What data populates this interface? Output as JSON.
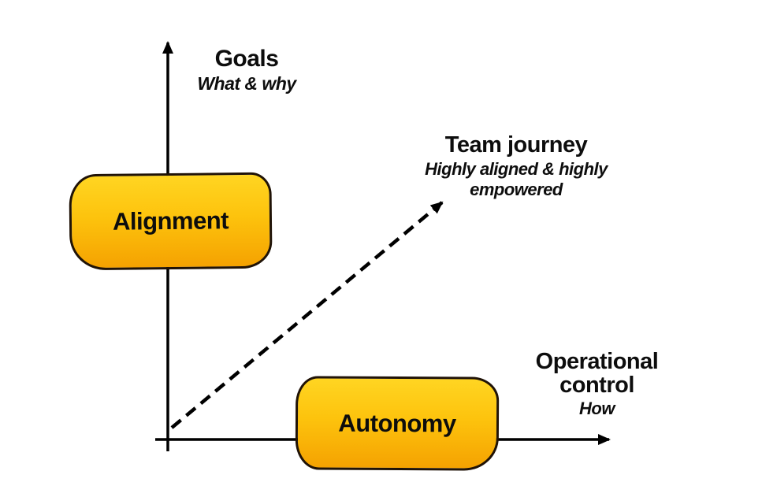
{
  "diagram": {
    "axes": {
      "y_axis": {
        "label": "Goals",
        "sublabel": "What & why"
      },
      "x_axis": {
        "label": "Operational control",
        "sublabel": "How"
      }
    },
    "nodes": {
      "alignment": {
        "label": "Alignment"
      },
      "autonomy": {
        "label": "Autonomy"
      }
    },
    "trajectory": {
      "label": "Team journey",
      "sublabel": "Highly aligned & highly empowered",
      "style": "dashed-arrow"
    }
  },
  "colors": {
    "background": "#ffffff",
    "line": "#000000",
    "text": "#0d0d0d",
    "node_fill_top": "#ffd522",
    "node_fill_mid": "#fdc30d",
    "node_fill_bottom": "#f5a201",
    "node_border": "#201307"
  }
}
